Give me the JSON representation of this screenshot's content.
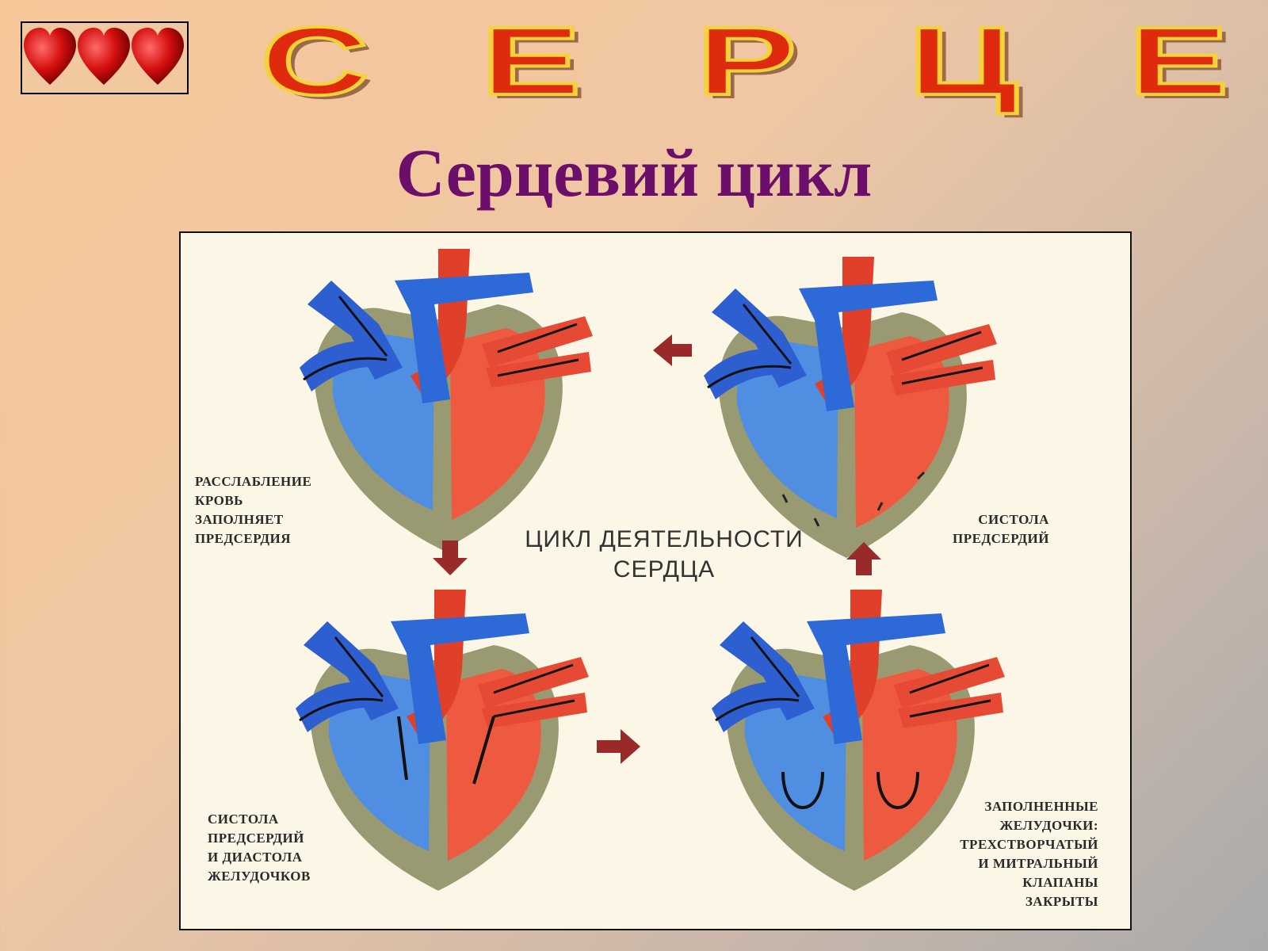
{
  "banner": {
    "letters": [
      "С",
      "Е",
      "Р",
      "Ц",
      "Е"
    ]
  },
  "subtitle": "Серцевий цикл",
  "diagram": {
    "center_title": "ЦИКЛ ДЕЯТЕЛЬНОСТИ\nСЕРДЦА",
    "captions": {
      "top_left": "РАССЛАБЛЕНИЕ\nКРОВЬ\nЗАПОЛНЯЕТ\nПРЕДСЕРДИЯ",
      "top_right": "СИСТОЛА\nПРЕДСЕРДИЙ",
      "bottom_left": "СИСТОЛА\nПРЕДСЕРДИЙ\nИ ДИАСТОЛА\nЖЕЛУДОЧКОВ",
      "bottom_right": "ЗАПОЛНЕННЫЕ\nЖЕЛУДОЧКИ:\nТРЕХСТВОРЧАТЫЙ\nИ МИТРАЛЬНЫЙ\nКЛАПАНЫ\nЗАКРЫТЫ"
    }
  },
  "colors": {
    "venous_blue": "#2d5fd0",
    "arterial_red": "#e0402a",
    "wall_olive": "#9a9a72",
    "arrow_maroon": "#9a2a2a",
    "title_purple": "#6b0f6b"
  }
}
